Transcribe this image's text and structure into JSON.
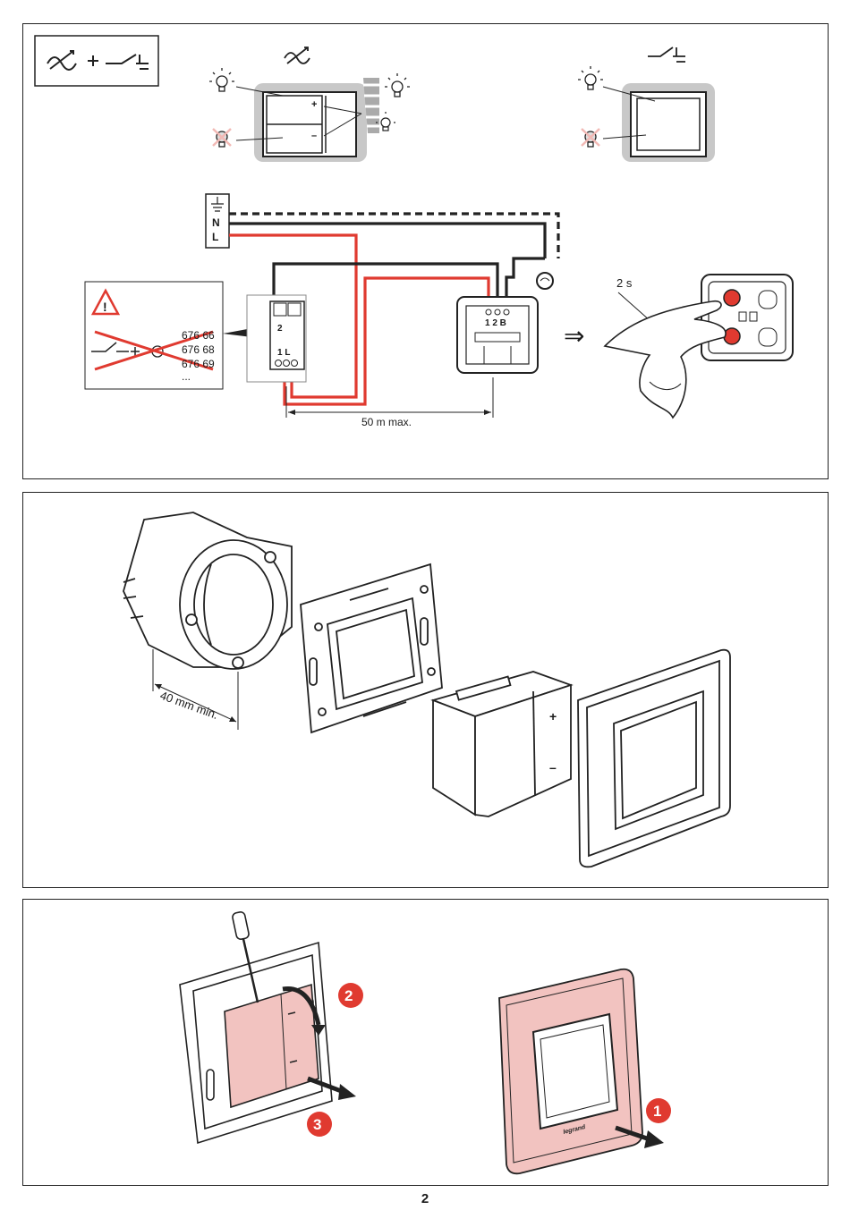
{
  "panel1": {
    "terminal_labels": {
      "n": "N",
      "l": "L"
    },
    "dimmer_plus": "+",
    "dimmer_minus": "–",
    "module_terminal_2": "2",
    "module_terminals_1l": "1   L",
    "remote_terminals": "1 2 B",
    "refs": [
      "676 66",
      "676 68",
      "676 69",
      "..."
    ],
    "distance_label": "50 m max.",
    "hold_time": "2 s",
    "arrow": "⇒"
  },
  "panel2": {
    "depth_label": "40 mm min.",
    "device_plus": "+",
    "device_minus": "–"
  },
  "panel3": {
    "step_1": "1",
    "step_2": "2",
    "step_3": "3",
    "brand": "legrand"
  },
  "page_number": "2",
  "colors": {
    "wire_red": "#e03a30",
    "step_red": "#e03a30",
    "faceplate_pink": "#f2c3c0",
    "switch_gray": "#c8c8c8"
  }
}
